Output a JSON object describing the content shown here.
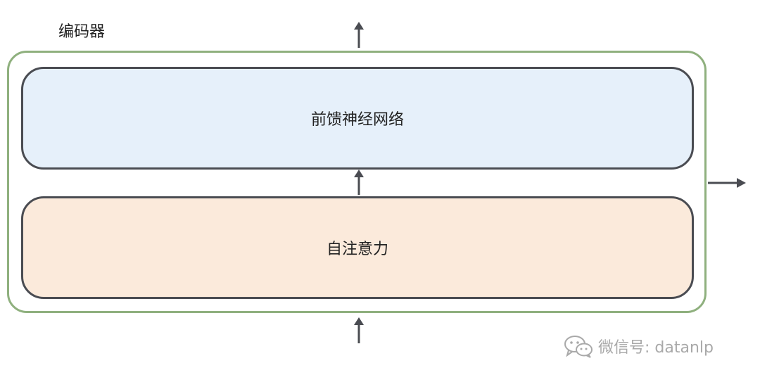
{
  "encoder": {
    "label": "编码器"
  },
  "blocks": {
    "ffn": {
      "label": "前馈神经网络"
    },
    "attention": {
      "label": "自注意力"
    }
  },
  "watermark": {
    "text": "微信号: datanlp"
  },
  "colors": {
    "encoder_border": "#8fb07e",
    "block_border": "#4a4c52",
    "ffn_fill": "#e6f0fa",
    "attention_fill": "#fbeadb",
    "arrow": "#4a4c52",
    "watermark": "#a9a9a9"
  }
}
